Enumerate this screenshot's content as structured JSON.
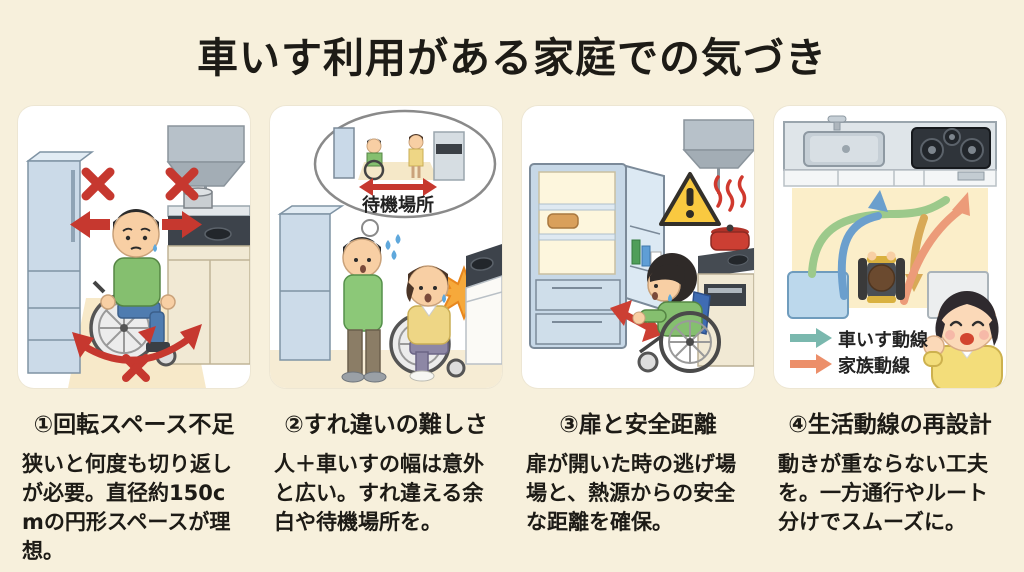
{
  "title": "車いす利用がある家庭での気づき",
  "colors": {
    "background": "#f7f0dc",
    "panel": "#ffffff",
    "text": "#1d1b16",
    "warning_red": "#c6382f",
    "warning_yellow": "#f9c940",
    "collision_orange": "#f6a93b"
  },
  "panels": [
    {
      "heading": "①回転スペース不足",
      "body": "狭いと何度も切り返しが必要。直径約150cmの円形スペースが理想。"
    },
    {
      "heading": "②すれ違いの難しさ",
      "body": "人＋車いすの幅は意外と広い。すれ違える余白や待機場所を。",
      "bubble_label": "待機場所"
    },
    {
      "heading": "③扉と安全距離",
      "body": "扉が開いた時の逃げ場場と、熱源からの安全な距離を確保。"
    },
    {
      "heading": "④生活動線の再設計",
      "body": "動きが重ならない工夫を。一方通行やルート分けでスムーズに。",
      "legend": [
        {
          "label": "車いす動線",
          "color": "#7ab8ae"
        },
        {
          "label": "家族動線",
          "color": "#ec8f6a"
        }
      ]
    }
  ]
}
